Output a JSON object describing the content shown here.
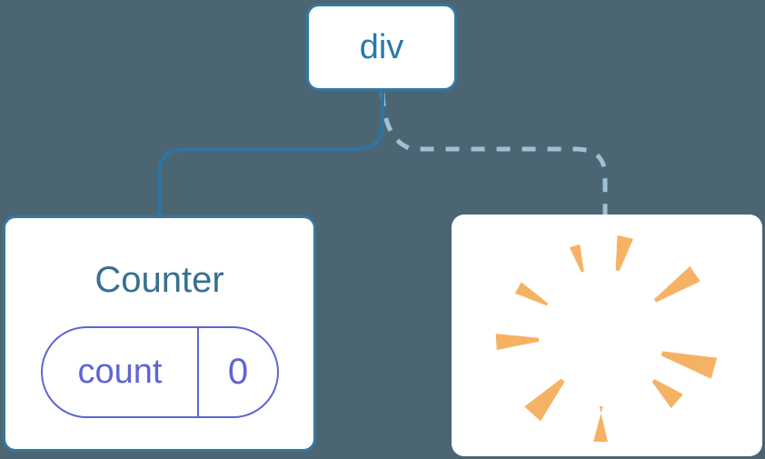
{
  "diagram": {
    "root": {
      "label": "div"
    },
    "counter": {
      "title": "Counter",
      "state": {
        "name": "count",
        "value": "0"
      }
    },
    "removed": {
      "icon": "poof-icon"
    },
    "colors": {
      "background": "#4B6672",
      "node_fill": "#FFFFFF",
      "node_border": "#35799F",
      "root_text": "#2878AC",
      "counter_title": "#35718F",
      "state_accent": "#5F64D6",
      "connector_solid": "#2D74A4",
      "connector_dashed": "#9FC0D6",
      "poof": "#F6B264"
    }
  }
}
